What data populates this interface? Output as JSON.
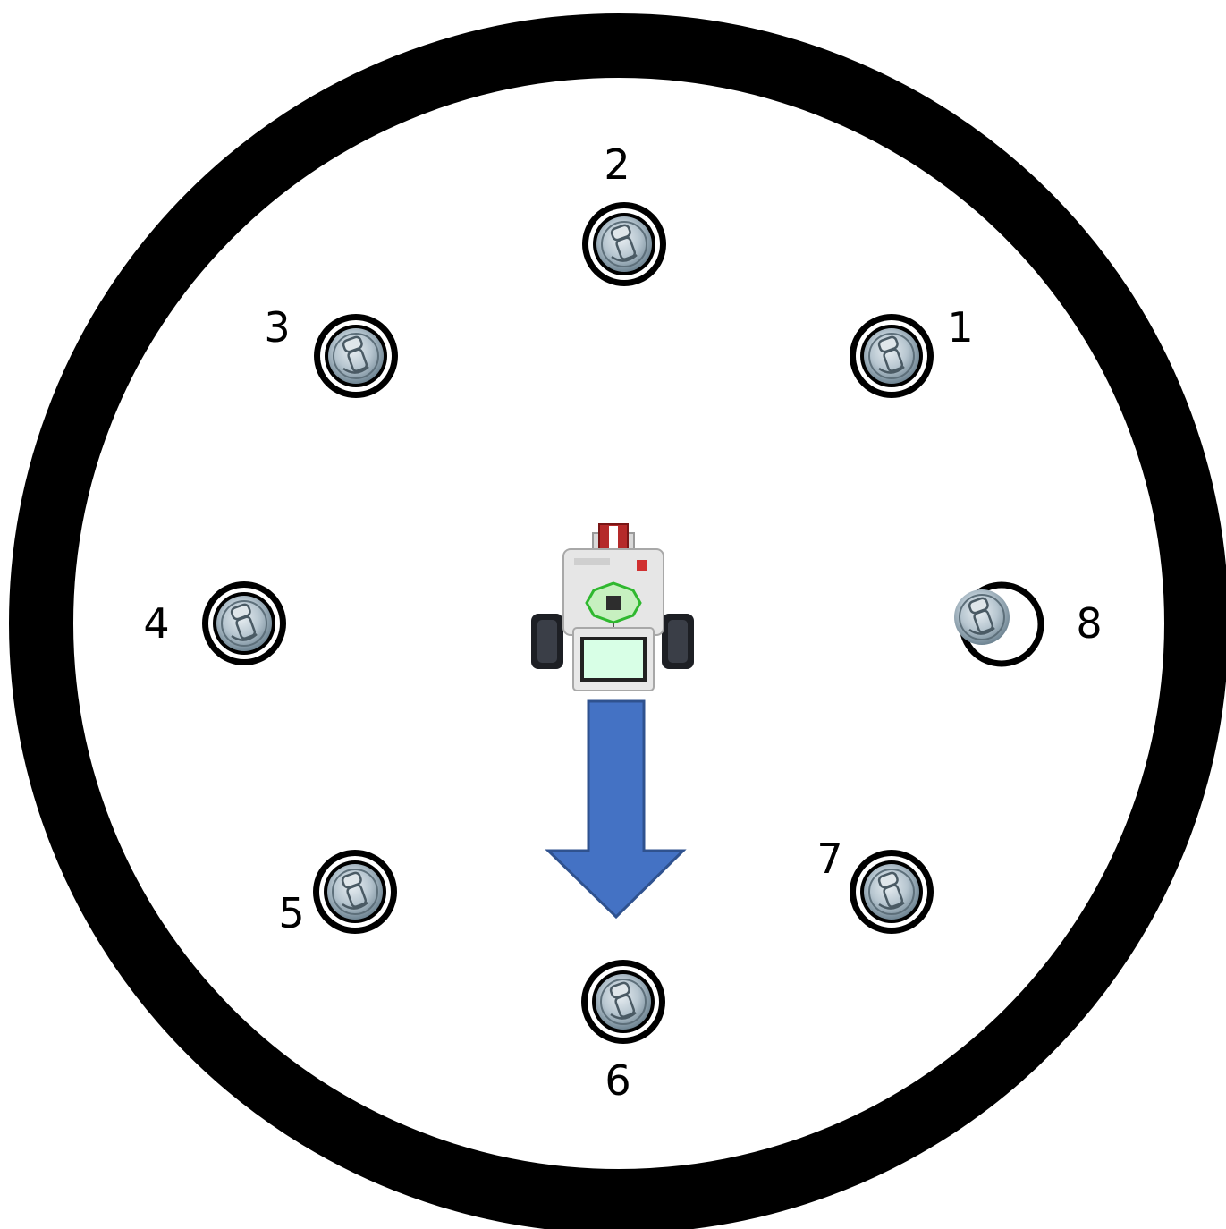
{
  "arena": {
    "ring_color": "#000000",
    "field_color": "#ffffff"
  },
  "cans": [
    {
      "label": "1",
      "icon": "soda-can-icon"
    },
    {
      "label": "2",
      "icon": "soda-can-icon"
    },
    {
      "label": "3",
      "icon": "soda-can-icon"
    },
    {
      "label": "4",
      "icon": "soda-can-icon"
    },
    {
      "label": "5",
      "icon": "soda-can-icon"
    },
    {
      "label": "6",
      "icon": "soda-can-icon"
    },
    {
      "label": "7",
      "icon": "soda-can-icon"
    },
    {
      "label": "8",
      "icon": "soda-can-icon"
    }
  ],
  "robot": {
    "icon": "lego-ev3-robot-icon",
    "direction": "down"
  },
  "arrow": {
    "icon": "down-arrow-icon",
    "color": "#4472c4",
    "outline": "#2f528f"
  }
}
